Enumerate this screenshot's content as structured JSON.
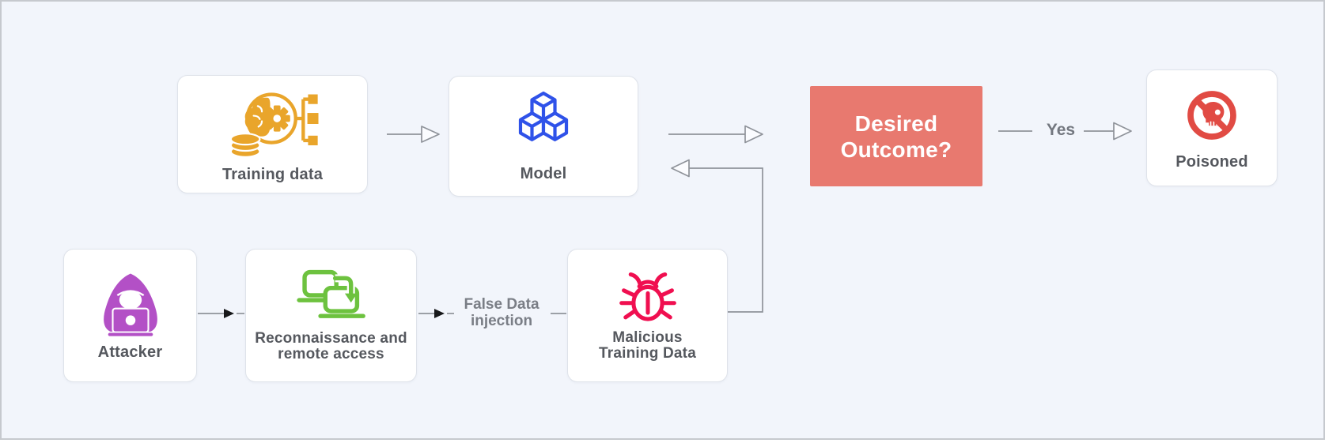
{
  "canvas": {
    "background_color": "#f2f5fb",
    "frame_color": "#c6c9ce",
    "connector_color": "#8f939a"
  },
  "nodes": {
    "training_data": {
      "label": "Training data",
      "icon": "brain-data-icon",
      "icon_color": "#e9a52b"
    },
    "model": {
      "label": "Model",
      "icon": "cubes-icon",
      "icon_color": "#2f52e9"
    },
    "desired_outcome": {
      "label": "Desired Outcome?",
      "bg_color": "#e8796f",
      "text_color": "#ffffff"
    },
    "poisoned": {
      "label": "Poisoned",
      "icon": "banned-skull-icon",
      "icon_color": "#e14b44"
    },
    "attacker": {
      "label": "Attacker",
      "icon": "hooded-hacker-icon",
      "icon_color": "#b350c6"
    },
    "reconnaissance": {
      "label": "Reconnaissance and remote access",
      "icon": "remote-access-icon",
      "icon_color": "#6dc23f"
    },
    "malicious_training_data": {
      "label": "Malicious Training Data",
      "icon": "bug-icon",
      "icon_color": "#f00f50"
    }
  },
  "edge_labels": {
    "yes": "Yes",
    "false_data_injection": "False Data injection"
  }
}
